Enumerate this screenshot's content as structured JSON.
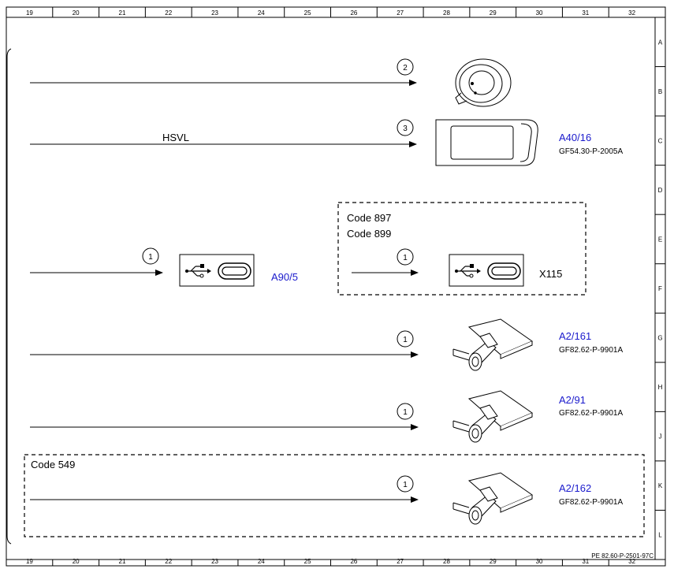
{
  "ruler": {
    "columns": [
      "19",
      "20",
      "21",
      "22",
      "23",
      "24",
      "25",
      "26",
      "27",
      "28",
      "29",
      "30",
      "31",
      "32"
    ],
    "rows": [
      "A",
      "B",
      "C",
      "D",
      "E",
      "F",
      "G",
      "H",
      "J",
      "K",
      "L"
    ]
  },
  "connections": [
    {
      "id": "c1",
      "label": "",
      "number": "2"
    },
    {
      "id": "c2",
      "label": "HSVL",
      "number": "3"
    },
    {
      "id": "c3",
      "label": "",
      "number": "1"
    },
    {
      "id": "c4",
      "label": "",
      "number": "1"
    },
    {
      "id": "c5",
      "label": "",
      "number": "1"
    },
    {
      "id": "c6",
      "label": "",
      "number": "1"
    },
    {
      "id": "c7",
      "label": "",
      "number": "1"
    }
  ],
  "components": {
    "display": {
      "code": "A40/16",
      "ref": "GF54.30-P-2005A"
    },
    "usb_main": {
      "code": "A90/5"
    },
    "usb_opt": {
      "code": "X115"
    },
    "antenna_1": {
      "code": "A2/161",
      "ref": "GF82.62-P-9901A"
    },
    "antenna_2": {
      "code": "A2/91",
      "ref": "GF82.62-P-9901A"
    },
    "antenna_3": {
      "code": "A2/162",
      "ref": "GF82.62-P-9901A"
    }
  },
  "option_boxes": {
    "usb": {
      "line1": "Code 897",
      "line2": "Code 899"
    },
    "antenna": {
      "line1": "Code 549"
    }
  },
  "footer": {
    "doc_id": "PE 82.60-P-2501-97C"
  }
}
